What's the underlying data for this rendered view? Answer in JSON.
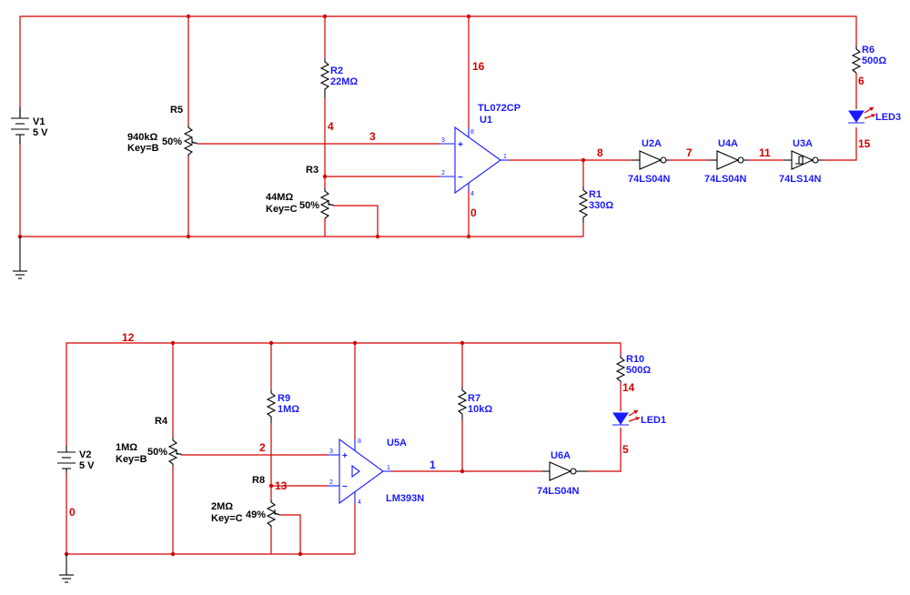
{
  "circuit_top": {
    "v1": {
      "name": "V1",
      "value": "5 V"
    },
    "r5": {
      "name": "R5",
      "value": "940kΩ",
      "key": "Key=B",
      "pct": "50%"
    },
    "r2": {
      "name": "R2",
      "value": "22MΩ"
    },
    "r3": {
      "name": "R3",
      "value": "44MΩ",
      "key": "Key=C",
      "pct": "50%"
    },
    "u1": {
      "part": "TL072CP",
      "name": "U1",
      "pin_plus": "3",
      "pin_minus": "2",
      "pin_out": "1",
      "pin_vcc": "8",
      "pin_gnd": "4"
    },
    "r1": {
      "name": "R1",
      "value": "330Ω"
    },
    "u2a": {
      "name": "U2A",
      "part": "74LS04N"
    },
    "u4a": {
      "name": "U4A",
      "part": "74LS04N"
    },
    "u3a": {
      "name": "U3A",
      "part": "74LS14N"
    },
    "r6": {
      "name": "R6",
      "value": "500Ω"
    },
    "led3": {
      "name": "LED3"
    },
    "nets": {
      "n16": "16",
      "n4": "4",
      "n3": "3",
      "n0": "0",
      "n8": "8",
      "n7": "7",
      "n11": "11",
      "n6": "6",
      "n15": "15"
    }
  },
  "circuit_bottom": {
    "v2": {
      "name": "V2",
      "value": "5 V"
    },
    "r4": {
      "name": "R4",
      "value": "1MΩ",
      "key": "Key=B",
      "pct": "50%"
    },
    "r9": {
      "name": "R9",
      "value": "1MΩ"
    },
    "r8": {
      "name": "R8",
      "value": "2MΩ",
      "key": "Key=C",
      "pct": "49%"
    },
    "u5a": {
      "name": "U5A",
      "part": "LM393N",
      "pin_plus": "3",
      "pin_minus": "2",
      "pin_out": "1",
      "pin_vcc": "8",
      "pin_gnd": "4"
    },
    "r7": {
      "name": "R7",
      "value": "10kΩ"
    },
    "u6a": {
      "name": "U6A",
      "part": "74LS04N"
    },
    "r10": {
      "name": "R10",
      "value": "500Ω"
    },
    "led1": {
      "name": "LED1"
    },
    "nets": {
      "n12": "12",
      "n0": "0",
      "n2": "2",
      "n13": "13",
      "n1": "1",
      "n14": "14",
      "n5": "5"
    }
  },
  "colors": {
    "wire": "#d40000",
    "component": "#000000",
    "part": "#1a1aff"
  }
}
